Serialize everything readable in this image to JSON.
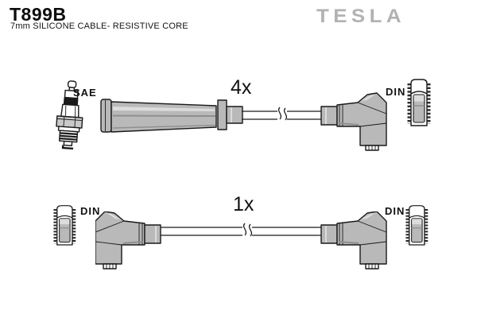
{
  "header": {
    "part_number": "T899B",
    "subtitle": "7mm SILICONE CABLE- RESISTIVE CORE",
    "brand_logo_text": "TESLA"
  },
  "colors": {
    "ink": "#1a1a1a",
    "boot_gray": "#b9b9b9",
    "boot_gray_dark": "#8f8f8f",
    "boot_gray_light": "#dcdcdc",
    "hex_gray": "#c9c9c9",
    "logo_gray": "#b2b2b2"
  },
  "rows": [
    {
      "quantity_label": "4x",
      "left_terminal_label": "SAE",
      "right_terminal_label": "DIN",
      "left_terminal_icon": "spark-plug-icon",
      "left_boot_icon": "straight-boot-icon",
      "right_boot_icon": "angled-boot-icon",
      "right_terminal_icon": "din-terminal-icon"
    },
    {
      "quantity_label": "1x",
      "left_terminal_label": "DIN",
      "right_terminal_label": "DIN",
      "left_terminal_icon": "din-terminal-icon",
      "left_boot_icon": "angled-boot-icon",
      "right_boot_icon": "angled-boot-icon",
      "right_terminal_icon": "din-terminal-icon"
    }
  ]
}
